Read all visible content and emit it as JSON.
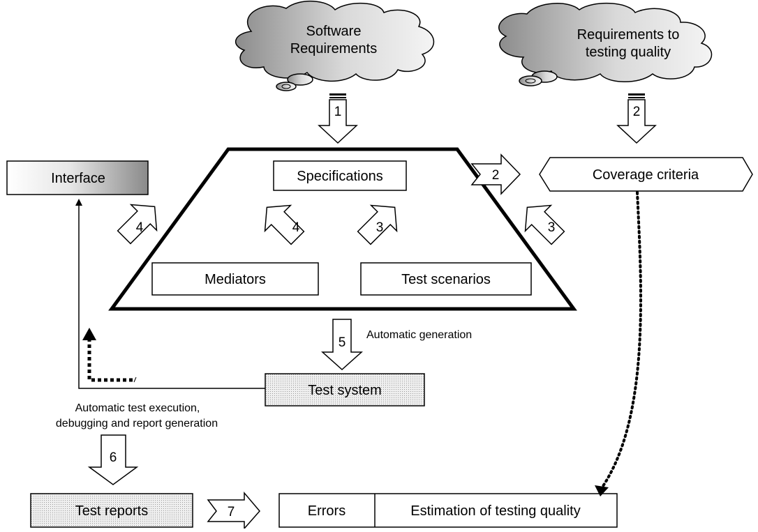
{
  "clouds": {
    "software_requirements": [
      "Software",
      "Requirements"
    ],
    "testing_quality_requirements": [
      "Requirements to",
      "testing quality"
    ]
  },
  "boxes": {
    "interface": "Interface",
    "specifications": "Specifications",
    "coverage_criteria": "Coverage criteria",
    "mediators": "Mediators",
    "test_scenarios": "Test scenarios",
    "test_system": "Test system",
    "test_reports": "Test reports",
    "errors": "Errors",
    "estimation": "Estimation of testing quality"
  },
  "arrows": {
    "a1": "1",
    "a2_down": "2",
    "a2_right": "2",
    "a4_left": "4",
    "a4_inner": "4",
    "a3_inner": "3",
    "a3_right": "3",
    "a5": "5",
    "a6": "6",
    "a7": "7"
  },
  "annotations": {
    "automatic_generation": "Automatic generation",
    "execution_line1": "Automatic test execution,",
    "execution_line2": "debugging and  report generation"
  },
  "colors": {
    "cloud_dark": "#8c8c8c",
    "cloud_light": "#f2f2f2",
    "interface_dark": "#8a8a8a",
    "hatched_fill": "#dcdcdc"
  }
}
